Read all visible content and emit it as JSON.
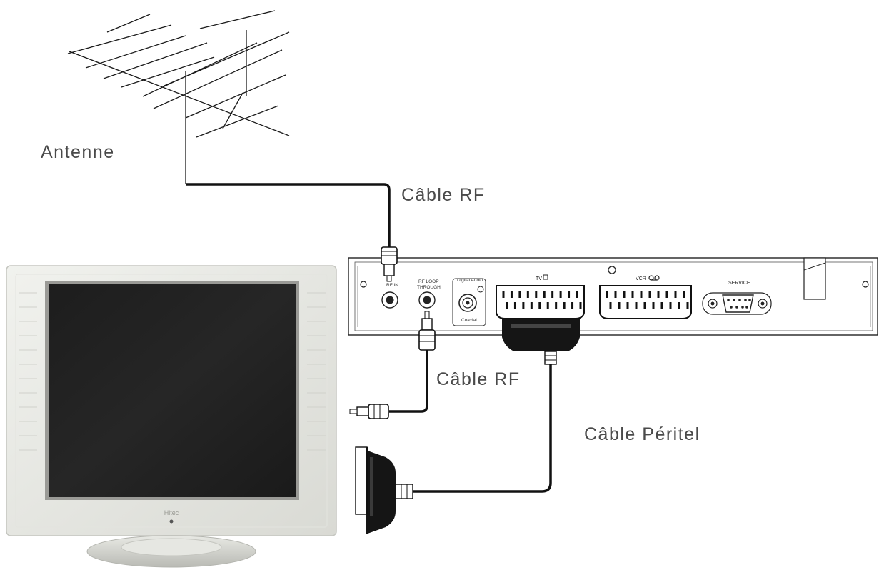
{
  "labels": {
    "antenna": "Antenne",
    "rf_cable_top": "Câble RF",
    "rf_cable_bottom": "Câble RF",
    "scart_cable": "Câble Péritel"
  },
  "receiver": {
    "rf_in": "RF IN",
    "rf_loop_line1": "RF LOOP",
    "rf_loop_line2": "THROUGH",
    "digital_audio": "Digital Audio",
    "coaxial": "Coaxial",
    "tv": "TV",
    "vcr": "VCR",
    "service": "SERVICE"
  },
  "tv_brand": "Hitec"
}
